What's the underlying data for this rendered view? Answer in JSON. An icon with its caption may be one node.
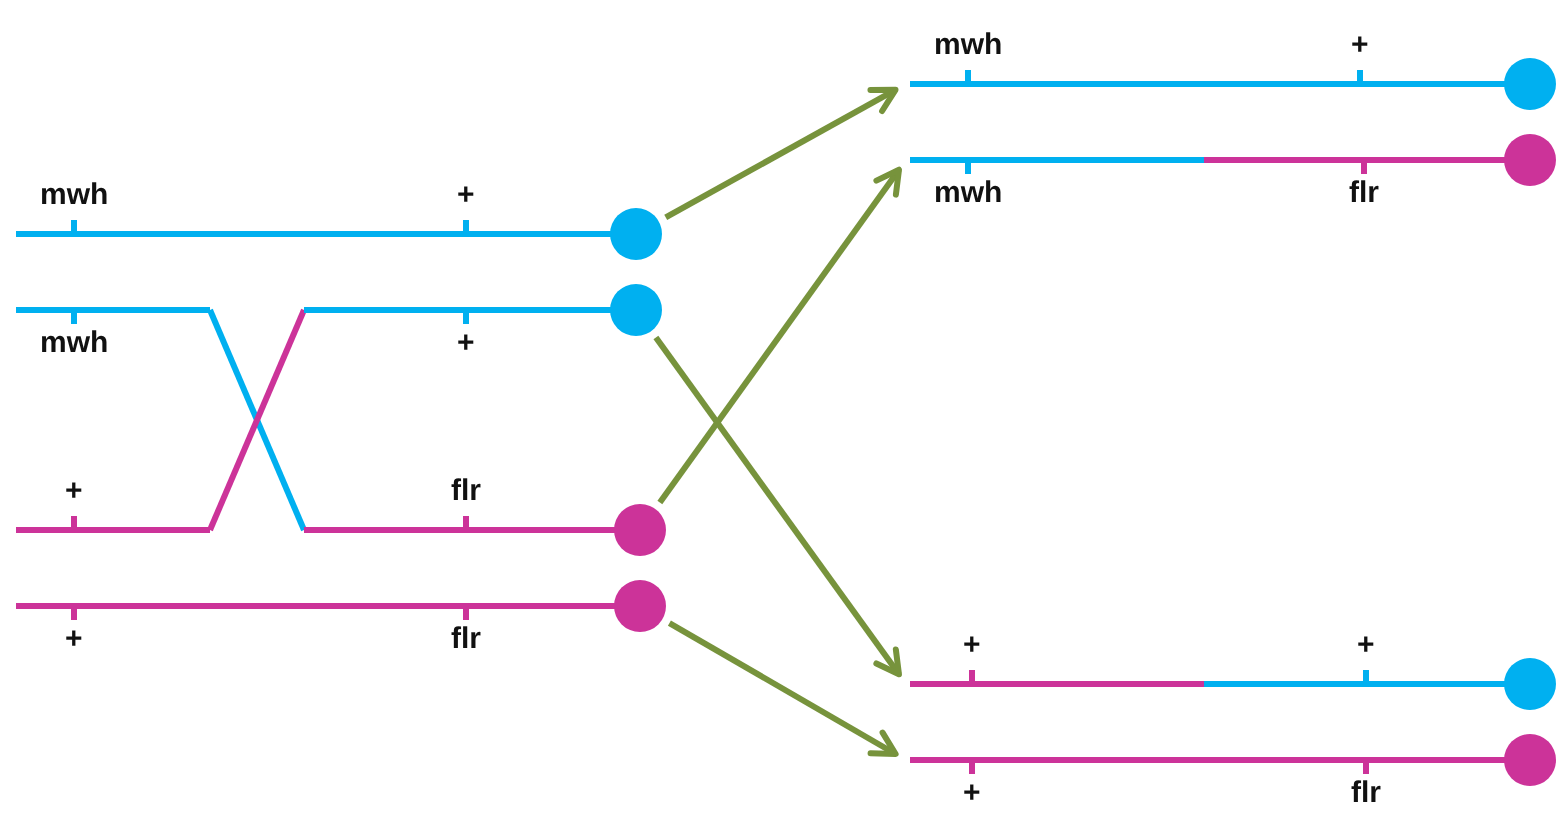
{
  "diagram": {
    "nodes": [
      {
        "text": [
          "mwh",
          "+"
        ]
      },
      {
        "text": [
          "mwh",
          "+"
        ]
      },
      {
        "text": [
          "+",
          "flr"
        ]
      },
      {
        "text": [
          "+",
          "flr"
        ]
      },
      {
        "text": [
          "mwh",
          "+"
        ]
      },
      {
        "text": [
          "mwh",
          "flr"
        ]
      },
      {
        "text": [
          "+",
          "+"
        ]
      },
      {
        "text": [
          "+",
          "flr"
        ]
      }
    ],
    "edges": [
      {
        "from": 0,
        "to": 4,
        "arrow": "to"
      },
      {
        "from": 2,
        "to": 5,
        "arrow": "to"
      },
      {
        "from": 1,
        "to": 6,
        "arrow": "to"
      },
      {
        "from": 3,
        "to": 7,
        "arrow": "to"
      }
    ]
  }
}
